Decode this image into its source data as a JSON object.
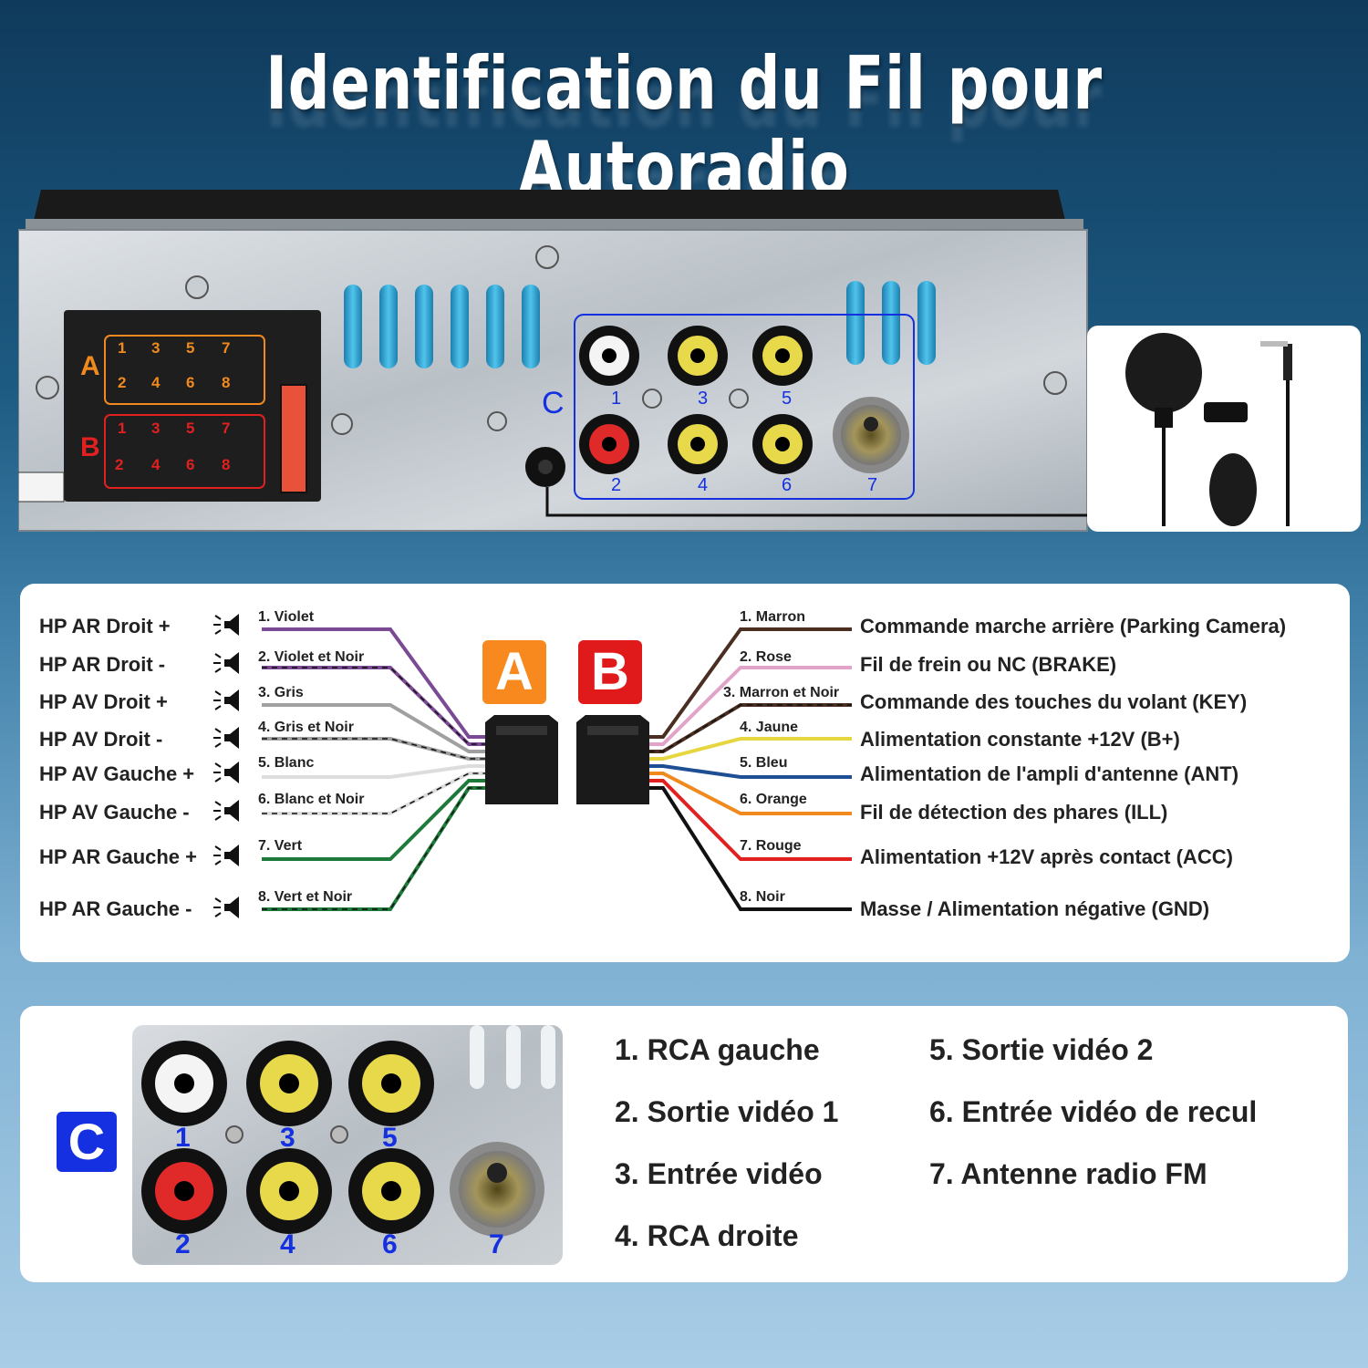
{
  "title": "Identification du Fil pour Autoradio",
  "colors": {
    "violet": "#7b4a94",
    "gris": "#a0a0a0",
    "blanc": "#dddddd",
    "vert": "#1e7a3a",
    "noir": "#111111",
    "marron": "#4a2e22",
    "rose": "#e2a3c8",
    "jaune": "#e6d640",
    "bleu": "#1e4e93",
    "orange": "#f08a1e",
    "rouge": "#e12020",
    "badge_a": "#f7891f",
    "badge_b": "#e01a1a",
    "badge_c": "#1530e0"
  },
  "unit": {
    "connector_a_label": "A",
    "connector_b_label": "B",
    "rca_group_label": "C",
    "connector_a_pins": [
      "1",
      "3",
      "5",
      "7",
      "2",
      "4",
      "6",
      "8"
    ],
    "connector_b_pins": [
      "1",
      "3",
      "5",
      "7",
      "2",
      "4",
      "6",
      "8"
    ],
    "rca_numbers": [
      "1",
      "3",
      "5",
      "2",
      "4",
      "6",
      "7"
    ]
  },
  "connector_a": {
    "badge": "A",
    "speakers": [
      "HP AR Droit +",
      "HP AR Droit -",
      "HP AV Droit +",
      "HP AV Droit -",
      "HP AV Gauche +",
      "HP AV Gauche -",
      "HP AR Gauche +",
      "HP AR Gauche -"
    ],
    "wires": [
      "1. Violet",
      "2. Violet et Noir",
      "3. Gris",
      "4. Gris et Noir",
      "5. Blanc",
      "6. Blanc et Noir",
      "7. Vert",
      "8. Vert et Noir"
    ]
  },
  "connector_b": {
    "badge": "B",
    "wires": [
      "1. Marron",
      "2. Rose",
      "3. Marron et Noir",
      "4. Jaune",
      "5. Bleu",
      "6. Orange",
      "7. Rouge",
      "8. Noir"
    ],
    "functions": [
      "Commande marche arrière (Parking Camera)",
      "Fil de frein ou NC (BRAKE)",
      "Commande des touches du volant (KEY)",
      "Alimentation constante +12V (B+)",
      "Alimentation de l'ampli d'antenne (ANT)",
      "Fil de détection des phares (ILL)",
      "Alimentation +12V après contact (ACC)",
      "Masse / Alimentation négative (GND)"
    ]
  },
  "rca_section": {
    "badge": "C",
    "jack_numbers": [
      "1",
      "3",
      "5",
      "2",
      "4",
      "6",
      "7"
    ],
    "items": [
      "1. RCA gauche",
      "2. Sortie vidéo 1",
      "3. Entrée vidéo",
      "4. RCA droite",
      "5. Sortie vidéo 2",
      "6. Entrée vidéo de recul",
      "7. Antenne radio FM"
    ]
  }
}
